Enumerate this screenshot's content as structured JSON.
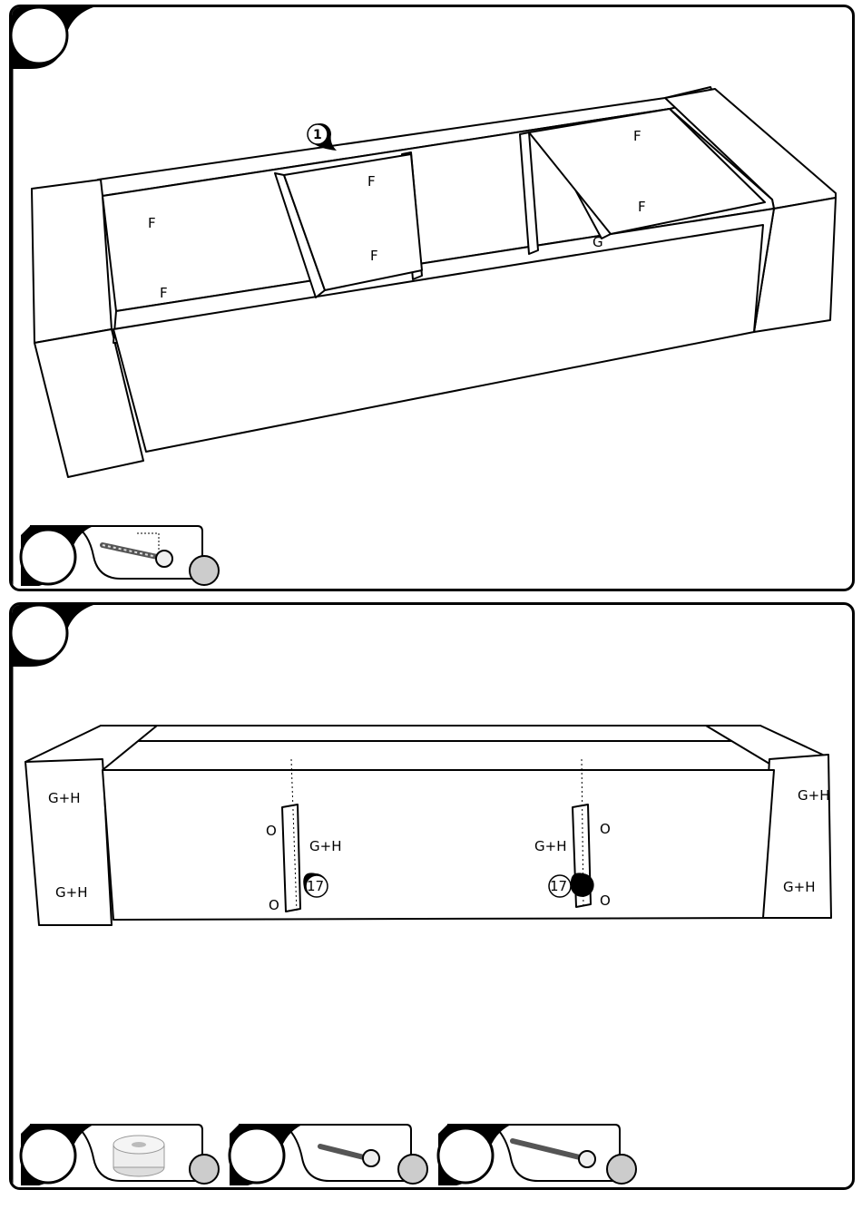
{
  "panel1": {
    "callout_number": "1",
    "part_labels": [
      "F",
      "F",
      "F",
      "F",
      "F",
      "F",
      "G"
    ],
    "hardware_icon": "screw-icon"
  },
  "panel2": {
    "callout_number": "17",
    "label_gh": "G+H",
    "label_o": "O",
    "hardware_icons": [
      "furniture-foot-icon",
      "short-screw-icon",
      "long-screw-icon"
    ]
  }
}
